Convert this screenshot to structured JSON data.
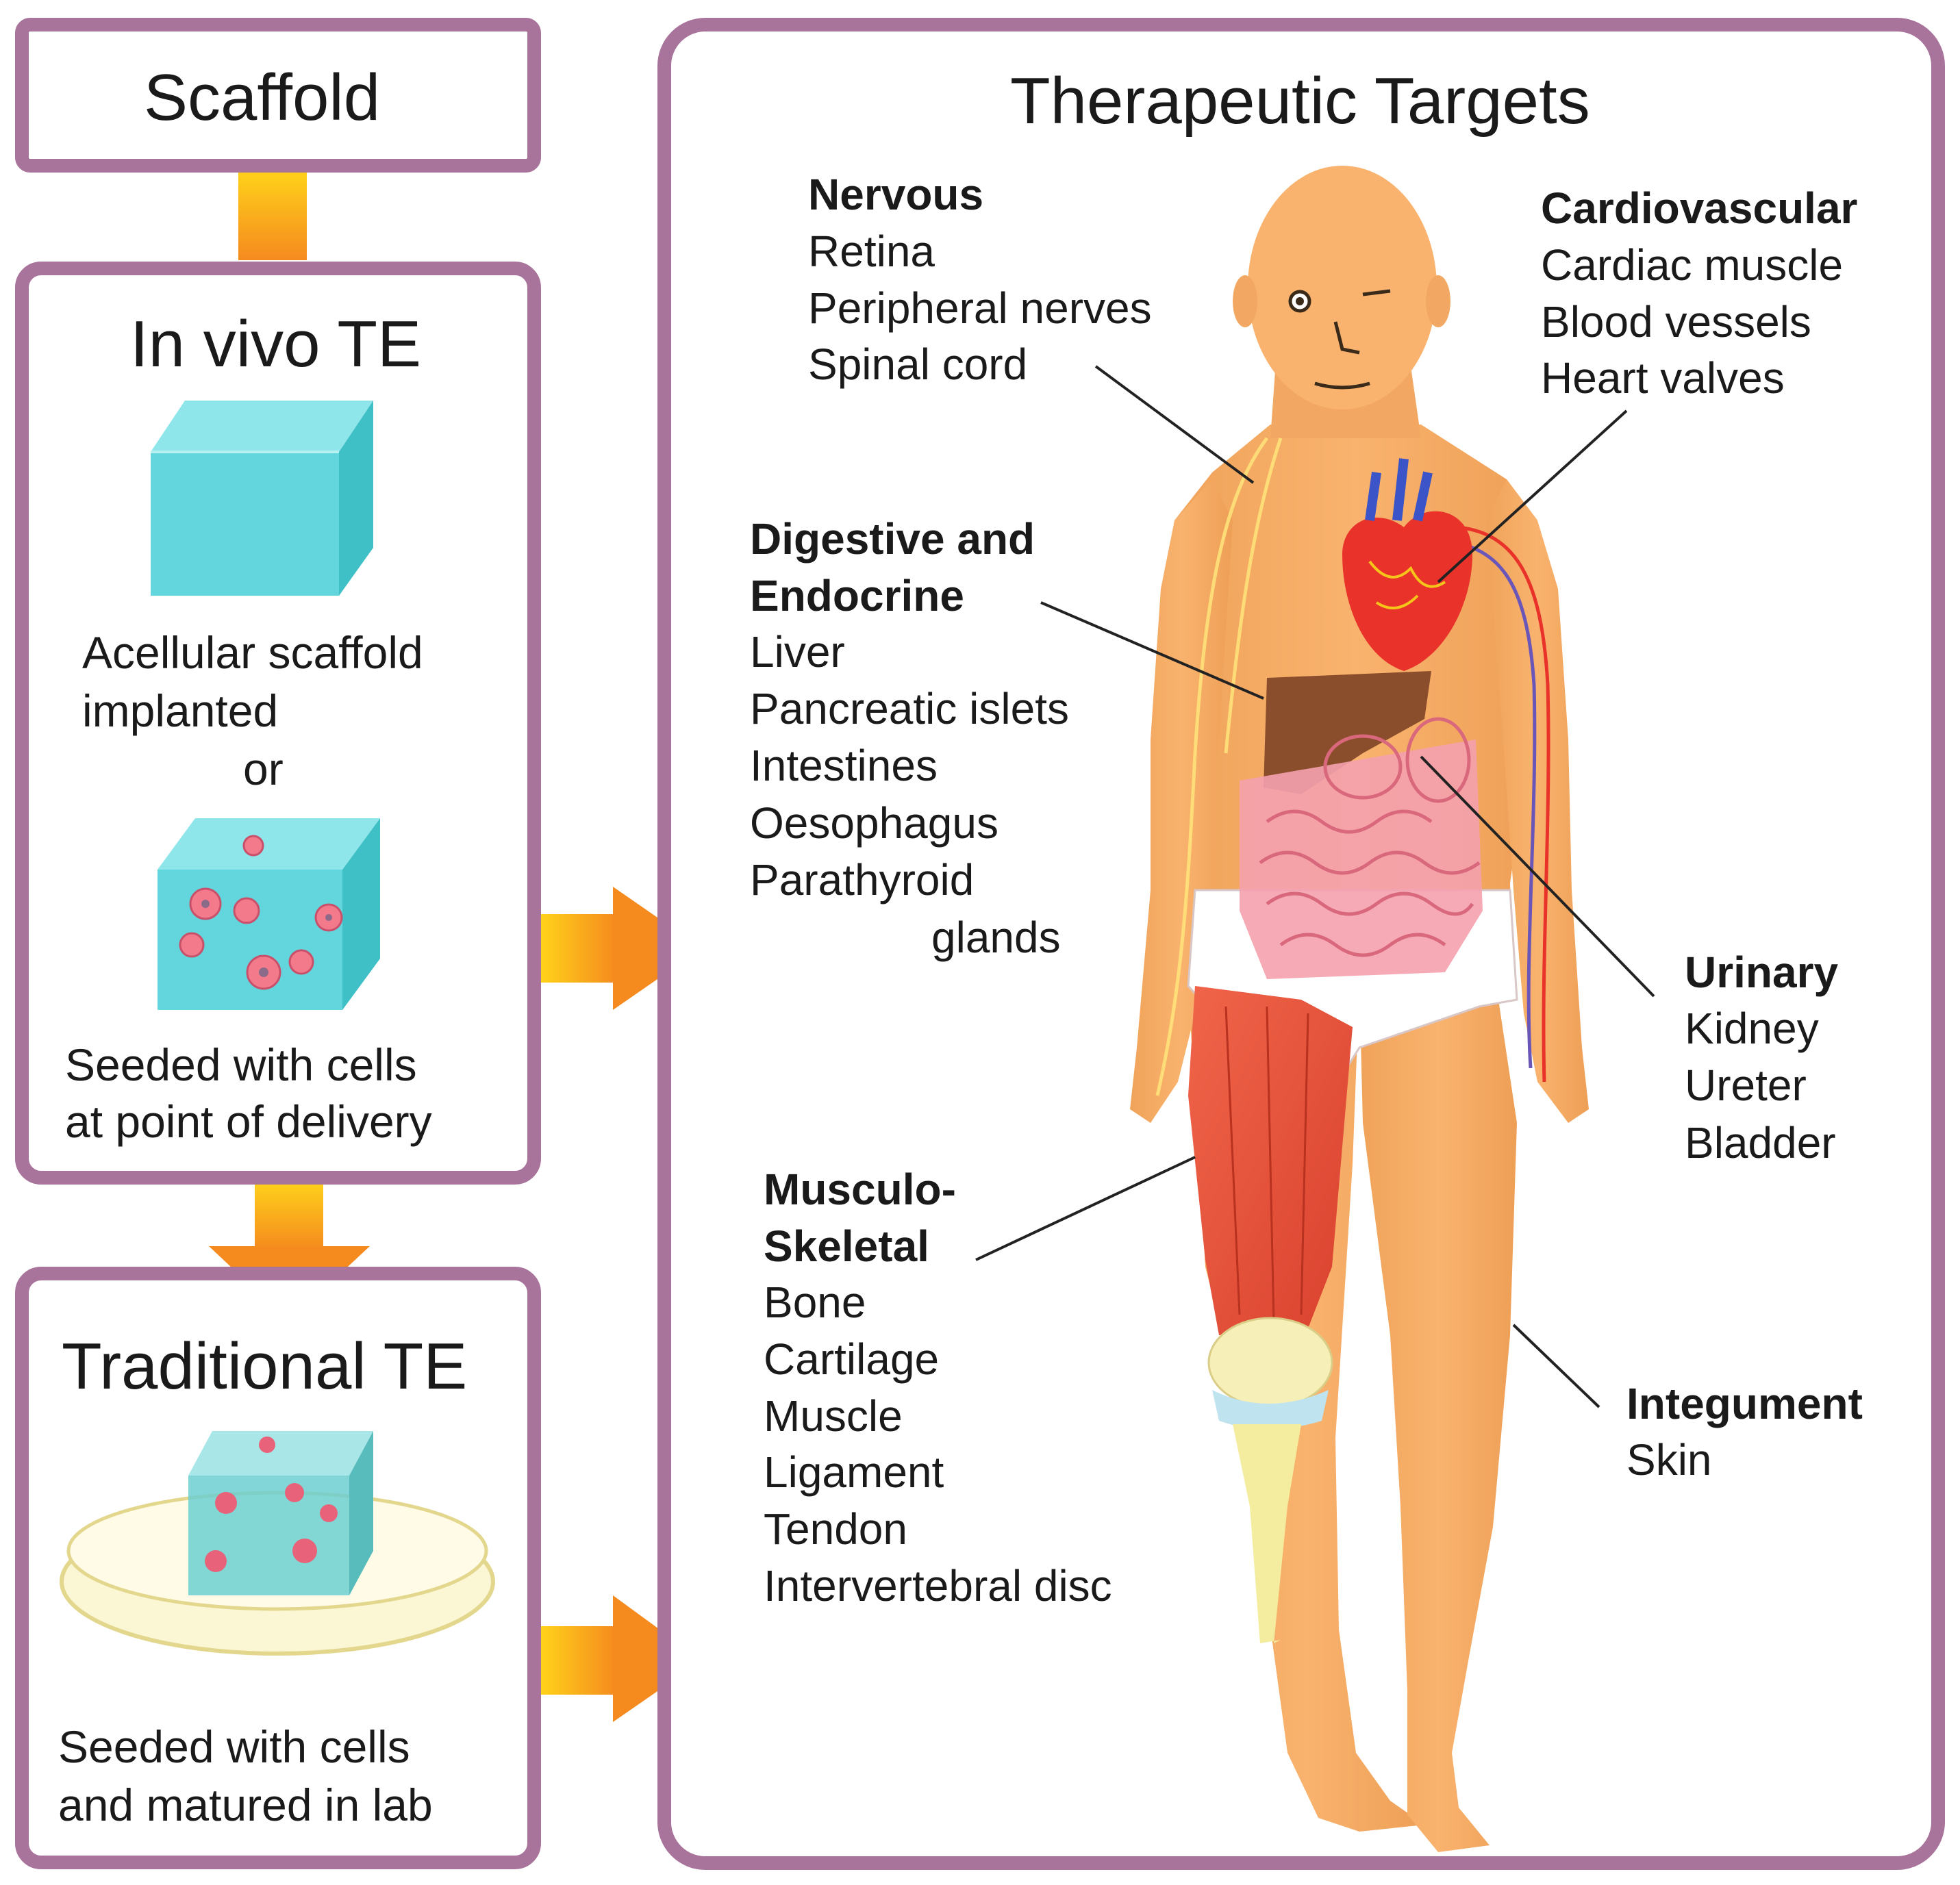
{
  "scaffold": {
    "title": "Scaffold"
  },
  "invivo": {
    "title": "In vivo TE",
    "acellular_line1": "Acellular scaffold",
    "acellular_line2": "implanted",
    "or": "or",
    "seeded_line1": "Seeded with cells",
    "seeded_line2": "at point of delivery"
  },
  "traditional": {
    "title": "Traditional TE",
    "line1": "Seeded with cells",
    "line2": "and matured in lab"
  },
  "targets": {
    "title": "Therapeutic Targets",
    "nervous": {
      "heading": "Nervous",
      "items": [
        "Retina",
        "Peripheral nerves",
        "Spinal cord"
      ]
    },
    "cardio": {
      "heading": "Cardiovascular",
      "items": [
        "Cardiac muscle",
        "Blood vessels",
        "Heart valves"
      ]
    },
    "digestive": {
      "heading1": "Digestive and",
      "heading2": "Endocrine",
      "items": [
        "Liver",
        "Pancreatic islets",
        "Intestines",
        "Oesophagus",
        "Parathyroid",
        "glands"
      ]
    },
    "urinary": {
      "heading": "Urinary",
      "items": [
        "Kidney",
        "Ureter",
        "Bladder"
      ]
    },
    "musculo": {
      "heading1": "Musculo-",
      "heading2": "Skeletal",
      "items": [
        "Bone",
        "Cartilage",
        "Muscle",
        "Ligament",
        "Tendon",
        "Intervertebral disc"
      ]
    },
    "integument": {
      "heading": "Integument",
      "items": [
        "Skin"
      ]
    }
  },
  "colors": {
    "frame": "#a8749c",
    "arrow_start": "#ffd21a",
    "arrow_end": "#f58a1f",
    "skin": "#f8ad64",
    "cube": "#62d6dc",
    "muscle": "#e8503a"
  }
}
